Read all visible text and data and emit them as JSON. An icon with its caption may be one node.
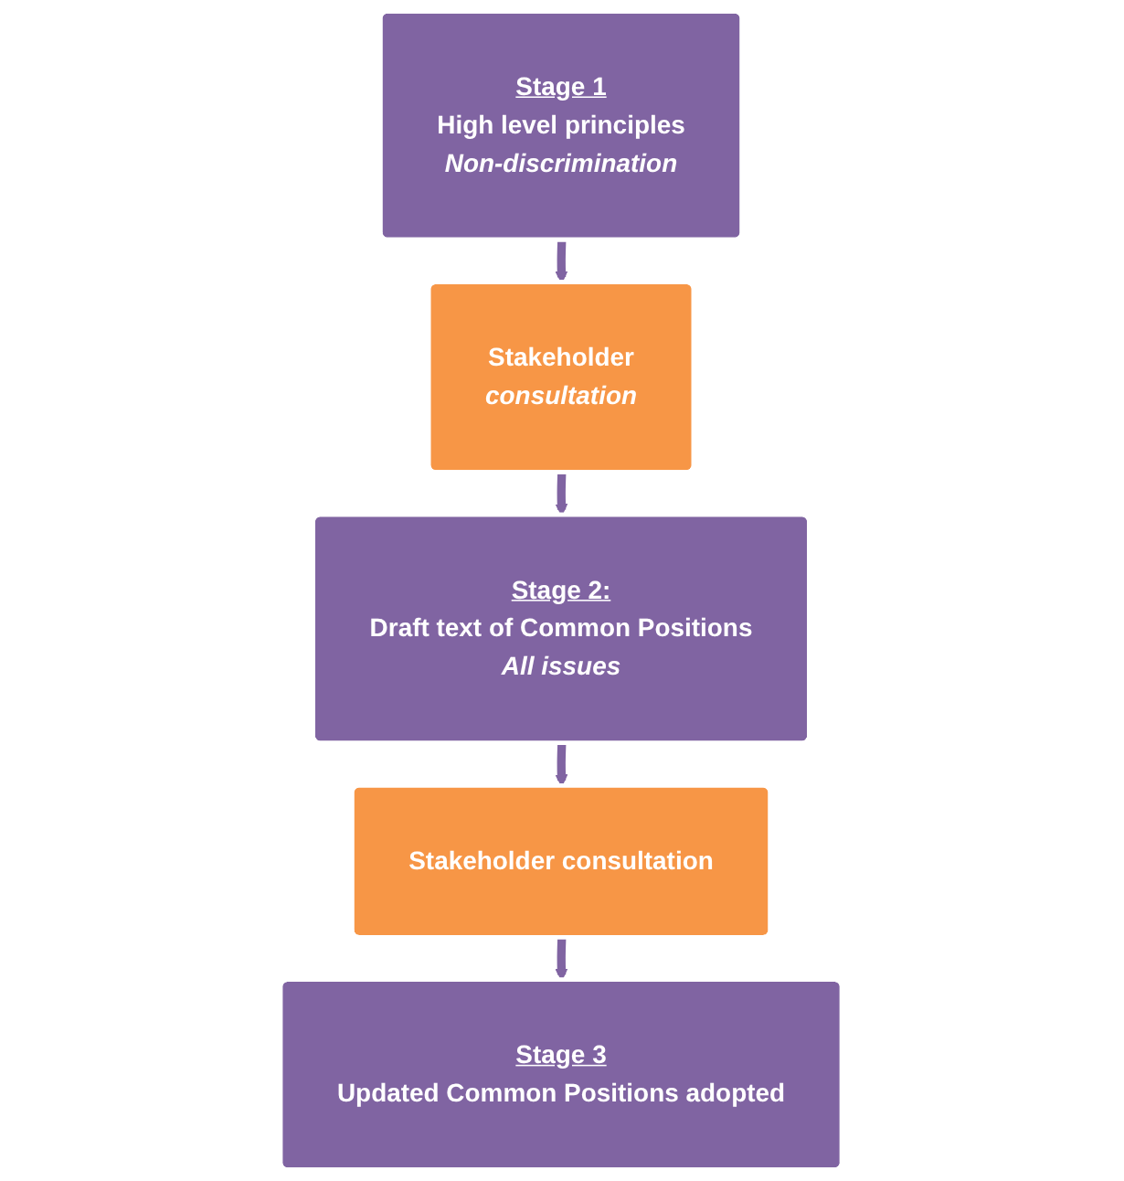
{
  "diagram": {
    "nodes": [
      {
        "text": [
          "Stage 1",
          "High level principles",
          "Non-discrimination"
        ]
      },
      {
        "text": [
          "Stakeholder",
          "consultation"
        ]
      },
      {
        "text": [
          "Stage 2:",
          "Draft text of Common Positions",
          "All issues"
        ]
      },
      {
        "text": [
          "Stakeholder consultation"
        ]
      },
      {
        "text": [
          "Stage 3",
          "Updated Common Positions adopted"
        ]
      }
    ],
    "edges": [
      {
        "from": 0,
        "to": 1,
        "arrow": "to"
      },
      {
        "from": 1,
        "to": 2,
        "arrow": "to"
      },
      {
        "from": 2,
        "to": 3,
        "arrow": "to"
      },
      {
        "from": 3,
        "to": 4,
        "arrow": "to"
      }
    ]
  }
}
